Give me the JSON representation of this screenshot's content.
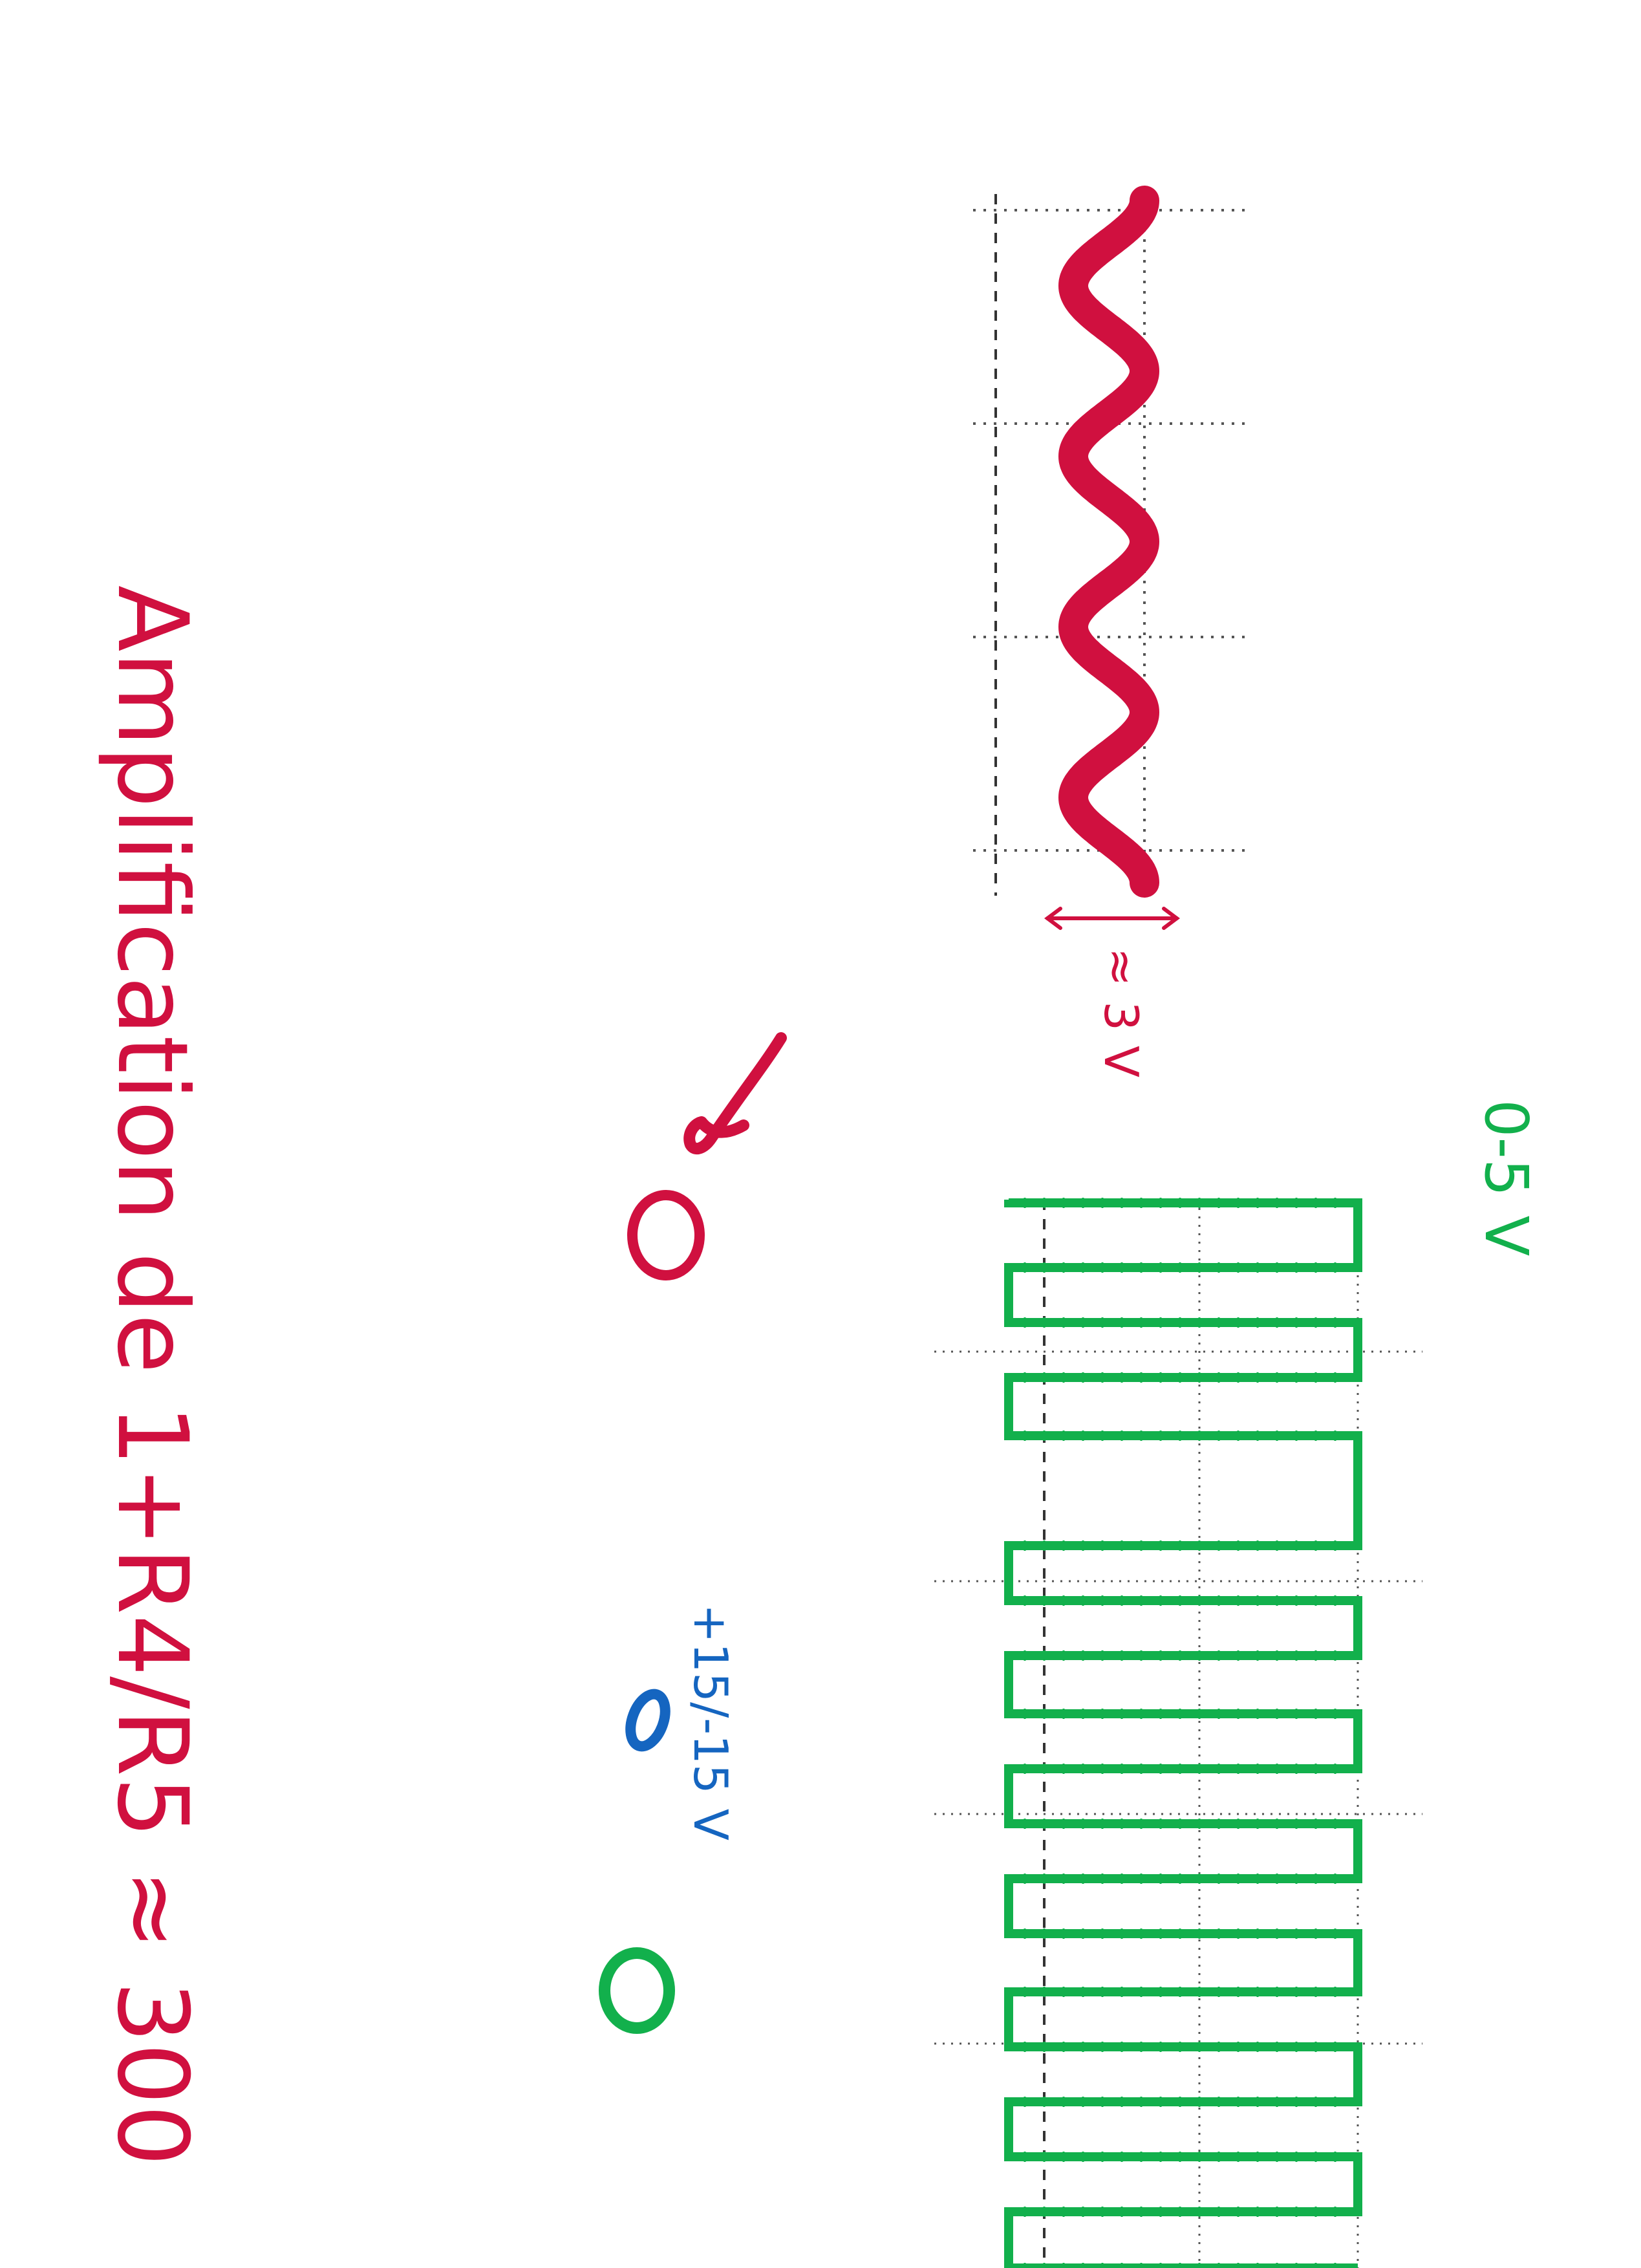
{
  "title": "Amplification de 1+R4/R5 ≈ 300",
  "red_trace_amplitude": "≈ 3 V",
  "green_trace_range": "0-5 V",
  "blue_supply": "+15/-15 V",
  "colors": {
    "red": "#d0103f",
    "green": "#12b04c",
    "blue": "#1565c0",
    "grid": "#555555"
  },
  "traces": {
    "red_waveform_shape": "sine",
    "red_waveform_cycles": 4,
    "green_waveform_shape": "square"
  }
}
